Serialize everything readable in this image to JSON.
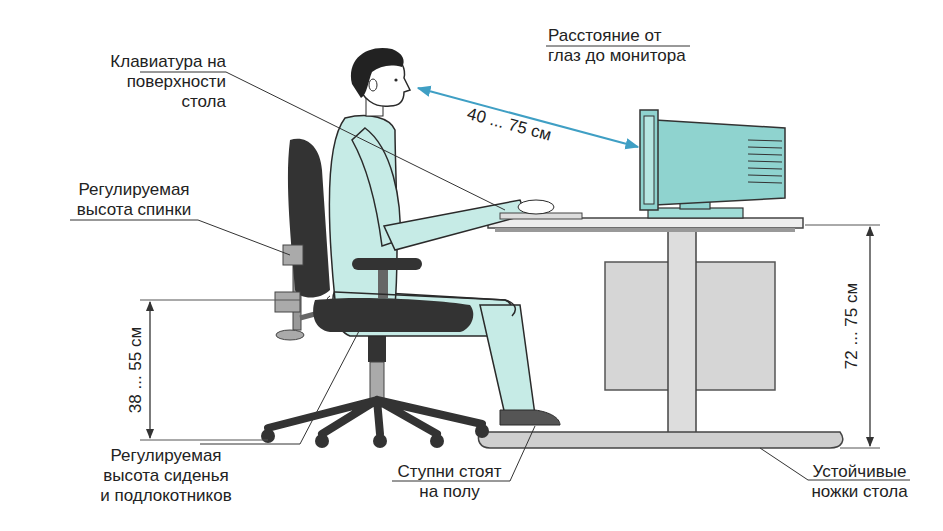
{
  "diagram": {
    "labels": [
      "Клавиатура на поверхности стола",
      "Расстояние от глаз до монитора",
      "40 ... 75 см",
      "Регулируемая высота спинки",
      "38 ... 55 см",
      "72 ... 75 см",
      "Регулируемая высота сиденья и подлокотников",
      "Ступни стоят на полу",
      "Устойчивые ножки стола"
    ]
  }
}
